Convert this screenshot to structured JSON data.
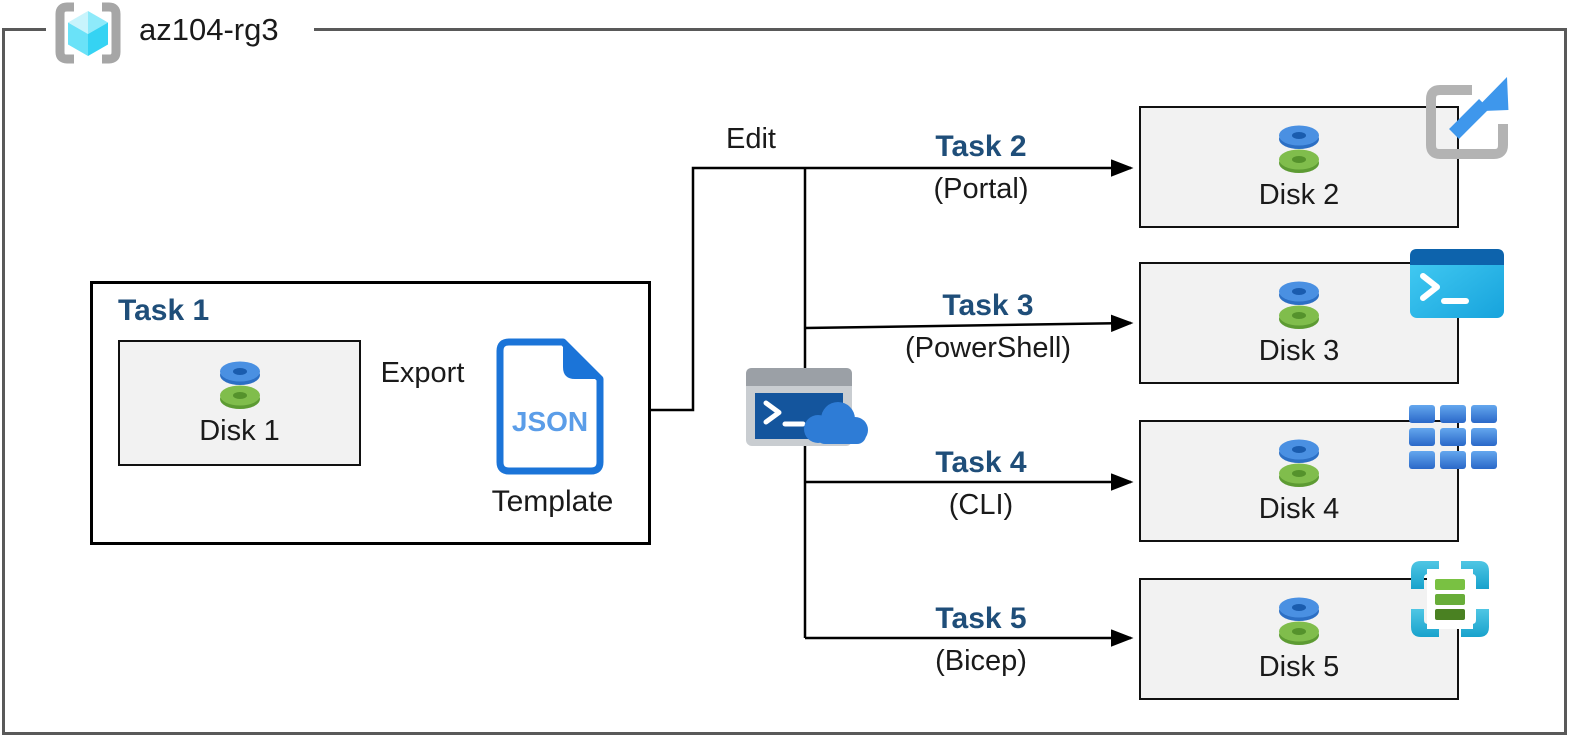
{
  "resource_group": {
    "name": "az104-rg3"
  },
  "task1": {
    "title": "Task 1",
    "disk": {
      "label": "Disk 1"
    },
    "export_label": "Export",
    "template": {
      "file_type": "JSON",
      "caption": "Template"
    }
  },
  "edit_label": "Edit",
  "branches": [
    {
      "title": "Task 2",
      "method": "(Portal)",
      "disk": {
        "label": "Disk 2"
      },
      "tool_icon": "portal-launch-icon"
    },
    {
      "title": "Task 3",
      "method": "(PowerShell)",
      "disk": {
        "label": "Disk 3"
      },
      "tool_icon": "powershell-icon"
    },
    {
      "title": "Task 4",
      "method": "(CLI)",
      "disk": {
        "label": "Disk 4"
      },
      "tool_icon": "cli-grid-icon"
    },
    {
      "title": "Task 5",
      "method": "(Bicep)",
      "disk": {
        "label": "Disk 5"
      },
      "tool_icon": "bicep-template-icon"
    }
  ],
  "icons": {
    "resource_group": "resource-group-icon",
    "managed_disk": "managed-disk-icon",
    "json_file": "json-file-icon",
    "cloud_shell": "cloud-shell-icon"
  },
  "colors": {
    "task_heading": "#1f4e79",
    "frame_border": "#595959",
    "box_border": "#000000",
    "disk_box_fill": "#f2f2f2",
    "disk_blue": "#4a90e2",
    "disk_green": "#80bd4c",
    "azure_blue": "#2e7cd6",
    "powershell_cyan": "#2bc0ef",
    "bicep_cyan": "#35b4d7"
  }
}
